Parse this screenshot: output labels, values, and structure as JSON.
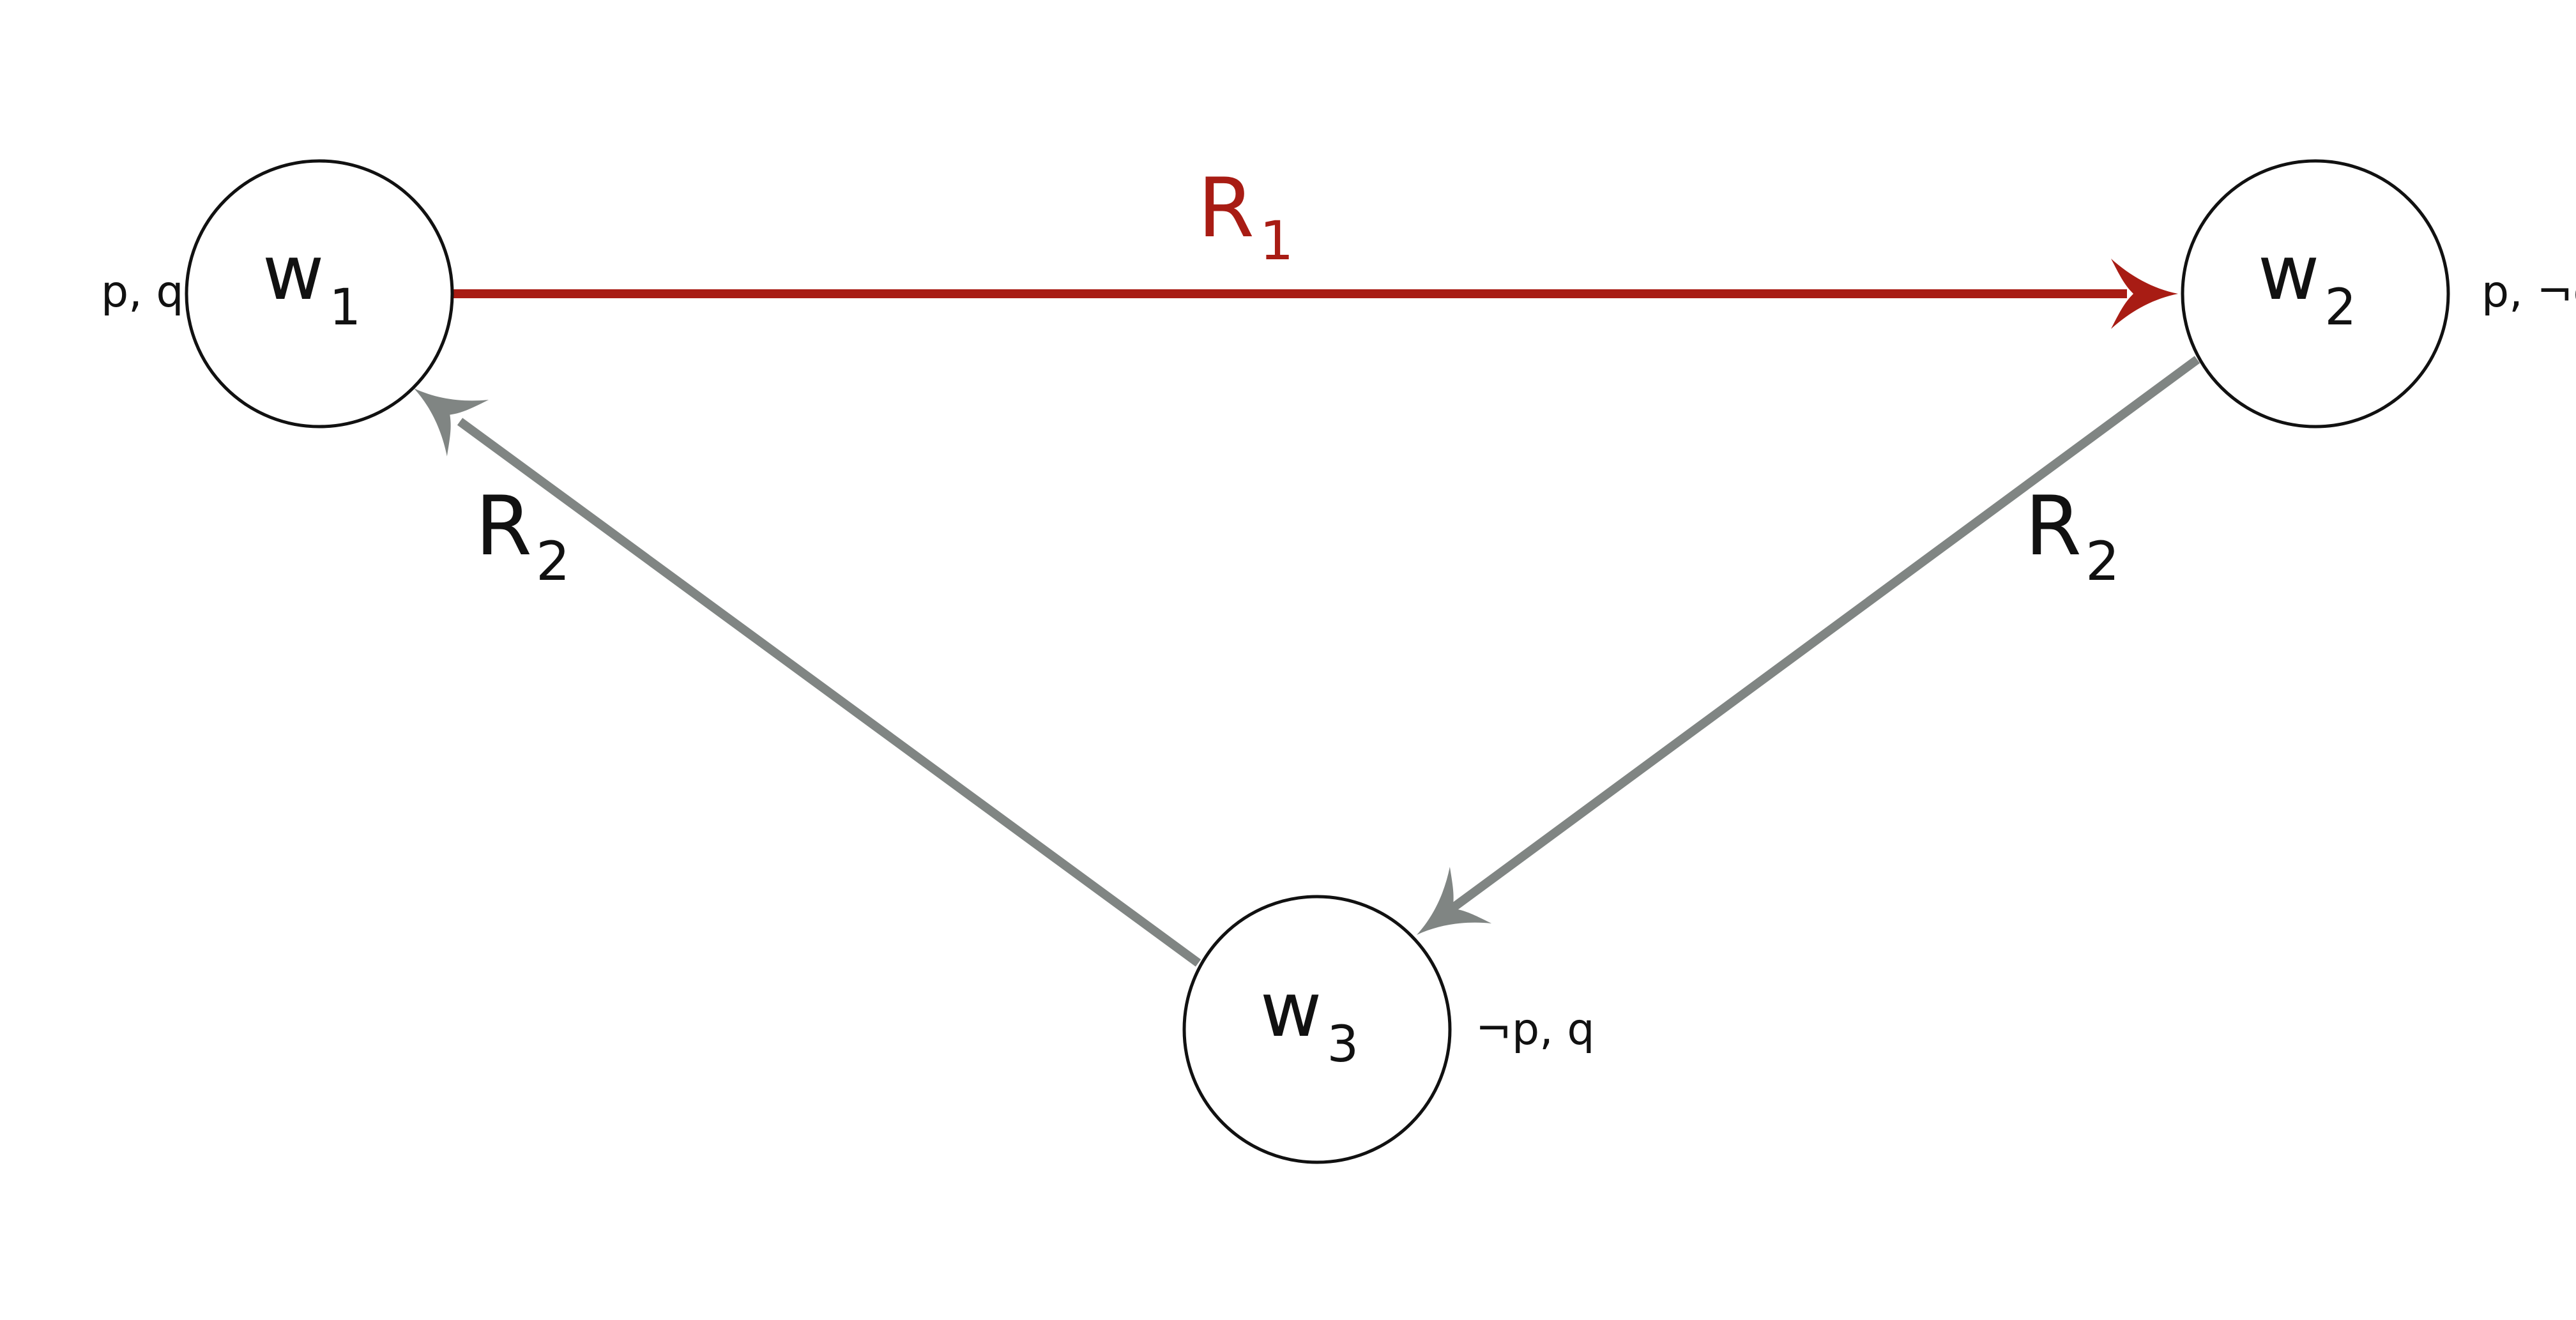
{
  "colors": {
    "background": "#ffffff",
    "node_stroke": "#111111",
    "r1_edge": "#a81c14",
    "r2_edge": "#808583",
    "text": "#111111"
  },
  "nodes": [
    {
      "id": "w1",
      "name": "w",
      "subscript": "1",
      "valuation": "p, q"
    },
    {
      "id": "w2",
      "name": "w",
      "subscript": "2",
      "valuation": "p, ¬q"
    },
    {
      "id": "w3",
      "name": "w",
      "subscript": "3",
      "valuation": "¬p, q"
    }
  ],
  "edges": [
    {
      "id": "w1-w2",
      "from": "w1",
      "to": "w2",
      "relation": "R",
      "subscript": "1",
      "color": "#a81c14"
    },
    {
      "id": "w2-w3",
      "from": "w2",
      "to": "w3",
      "relation": "R",
      "subscript": "2",
      "color": "#808583"
    },
    {
      "id": "w3-w1",
      "from": "w3",
      "to": "w1",
      "relation": "R",
      "subscript": "2",
      "color": "#808583"
    }
  ]
}
